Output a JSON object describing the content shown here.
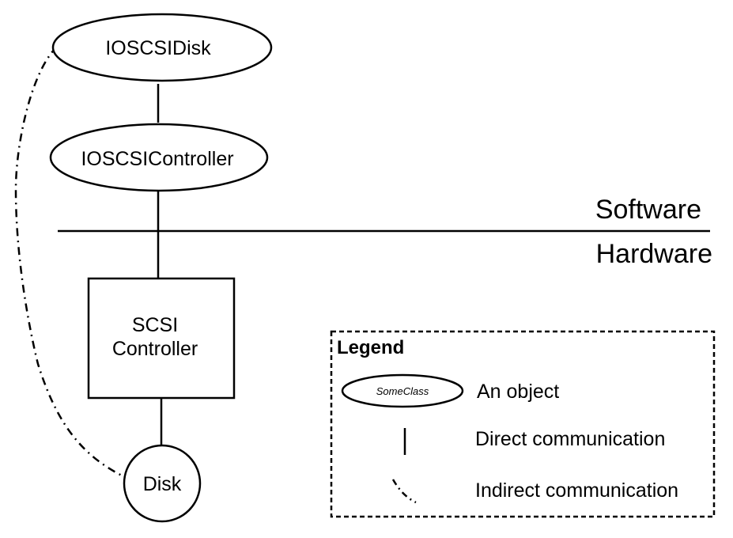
{
  "diagram": {
    "nodes": [
      {
        "id": "ioscsidisk",
        "label": "IOSCSIDisk",
        "shape": "ellipse",
        "layer": "software"
      },
      {
        "id": "ioscsicontroller",
        "label": "IOSCSIController",
        "shape": "ellipse",
        "layer": "software"
      },
      {
        "id": "scsi-controller",
        "label_lines": [
          "SCSI",
          "Controller"
        ],
        "shape": "rectangle",
        "layer": "hardware"
      },
      {
        "id": "disk",
        "label": "Disk",
        "shape": "circle",
        "layer": "hardware"
      }
    ],
    "edges": [
      {
        "from": "ioscsidisk",
        "to": "ioscsicontroller",
        "type": "direct"
      },
      {
        "from": "ioscsicontroller",
        "to": "scsi-controller",
        "type": "direct"
      },
      {
        "from": "scsi-controller",
        "to": "disk",
        "type": "direct"
      },
      {
        "from": "ioscsidisk",
        "to": "disk",
        "type": "indirect"
      }
    ],
    "divider": {
      "above_label": "Software",
      "below_label": "Hardware"
    },
    "legend": {
      "title": "Legend",
      "items": [
        {
          "symbol": "ellipse",
          "sample_text": "SomeClass",
          "label": "An object"
        },
        {
          "symbol": "solid-line",
          "label": "Direct communication"
        },
        {
          "symbol": "dash-dot-line",
          "label": "Indirect communication"
        }
      ]
    },
    "colors": {
      "stroke": "#000000",
      "background": "#ffffff"
    }
  }
}
